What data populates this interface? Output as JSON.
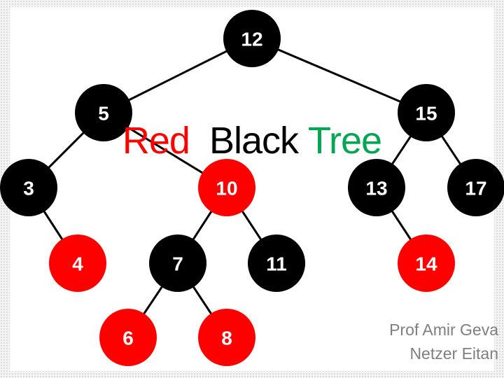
{
  "title": {
    "word1": "Red",
    "word2": "Black",
    "word3": "Tree",
    "word1_color": "#ff0000",
    "word2_color": "#000000",
    "word3_color": "#00a651"
  },
  "credits": {
    "line1": "Prof Amir Geva",
    "line2": "Netzer Eitan"
  },
  "tree": {
    "colors": {
      "black": "#000000",
      "red": "#ff0000"
    },
    "nodes": [
      {
        "id": "12",
        "label": "12",
        "color": "black",
        "parent": null
      },
      {
        "id": "5",
        "label": "5",
        "color": "black",
        "parent": "12"
      },
      {
        "id": "15",
        "label": "15",
        "color": "black",
        "parent": "12"
      },
      {
        "id": "3",
        "label": "3",
        "color": "black",
        "parent": "5"
      },
      {
        "id": "10",
        "label": "10",
        "color": "red",
        "parent": "5"
      },
      {
        "id": "13",
        "label": "13",
        "color": "black",
        "parent": "15"
      },
      {
        "id": "17",
        "label": "17",
        "color": "black",
        "parent": "15"
      },
      {
        "id": "4",
        "label": "4",
        "color": "red",
        "parent": "3"
      },
      {
        "id": "7",
        "label": "7",
        "color": "black",
        "parent": "10"
      },
      {
        "id": "11",
        "label": "11",
        "color": "black",
        "parent": "10"
      },
      {
        "id": "14",
        "label": "14",
        "color": "red",
        "parent": "13"
      },
      {
        "id": "6",
        "label": "6",
        "color": "red",
        "parent": "7"
      },
      {
        "id": "8",
        "label": "8",
        "color": "red",
        "parent": "7"
      }
    ]
  }
}
